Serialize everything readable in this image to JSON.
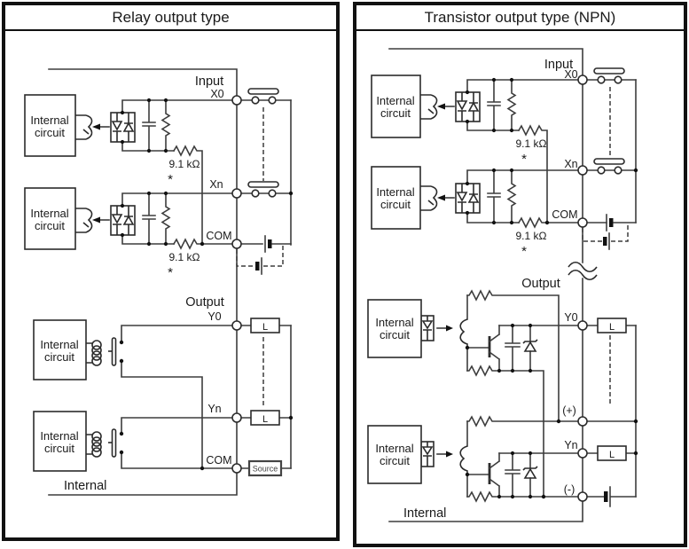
{
  "left_panel": {
    "title": "Relay output type",
    "section_labels": {
      "input": "Input",
      "output": "Output",
      "internal": "Internal"
    },
    "terminals": {
      "x0": "X0",
      "xn": "Xn",
      "com_input": "COM",
      "y0": "Y0",
      "yn": "Yn",
      "com_output": "COM"
    },
    "component_labels": {
      "internal_circuit_line1": "Internal",
      "internal_circuit_line2": "circuit",
      "pullup_resistor_value": "9.1 kΩ",
      "footnote_marker": "*",
      "load": "L",
      "source": "Source"
    }
  },
  "right_panel": {
    "title": "Transistor output type (NPN)",
    "section_labels": {
      "input": "Input",
      "output": "Output",
      "internal": "Internal"
    },
    "terminals": {
      "x0": "X0",
      "xn": "Xn",
      "com": "COM",
      "y0": "Y0",
      "plus": "(+)",
      "yn": "Yn",
      "minus": "(-)"
    },
    "component_labels": {
      "internal_circuit_line1": "Internal",
      "internal_circuit_line2": "circuit",
      "pullup_resistor_value": "9.1 kΩ",
      "footnote_marker": "*",
      "load": "L"
    }
  },
  "colors": {
    "wire": "#3d3d3d",
    "text": "#1a1a1a",
    "border": "#111111",
    "background": "#ffffff"
  }
}
